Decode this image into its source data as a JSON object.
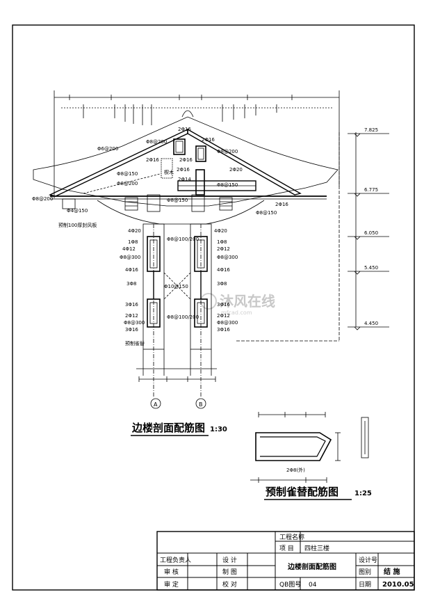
{
  "drawing": {
    "main_title": "边楼剖面配筋图",
    "main_scale": "1:30",
    "sub_title": "预制雀替配筋图",
    "sub_scale": "1:25",
    "axis_a": "A",
    "axis_b": "B",
    "watermark": "沐风在线",
    "watermark_url": "mfcad.com"
  },
  "elevations": [
    "7.825",
    "6.775",
    "6.050",
    "5.450",
    "4.450"
  ],
  "labels": {
    "roof_top_left": "Φ6@200",
    "roof_mid_left": "Φ8@150",
    "roof_low_left": "Φ8@200",
    "eave_left": "Φ8@200",
    "ridge_left_a": "2Φ16",
    "ridge_left_b": "Φ8@200",
    "ridge_right_a": "2Φ16",
    "ridge_right_b": "Φ8@200",
    "ridge_2016": "2Φ16",
    "purlin_a": "2Φ16",
    "purlin_b": "2Φ16",
    "purlin_c": "2Φ20",
    "purlin_label": "楔木",
    "beam_2014": "2Φ14",
    "beam_stirrup": "Φ8@150",
    "beam_stirrup_b": "Φ8@150",
    "right_2016": "2Φ16",
    "right_stirrup": "Φ8@150",
    "corbel_a": "Φ4@150",
    "precast_note": "预制100厚封风板",
    "col_top_a": "4Φ20",
    "col_top_b": "4Φ20",
    "col_stirrup_top": "Φ8@100/200",
    "l1_a": "1Φ8",
    "l1_b": "1Φ8",
    "l2_a": "4Φ12",
    "l2_b": "2Φ12",
    "l3_a": "Φ8@300",
    "l3_b": "Φ8@300",
    "l4_a": "4Φ16",
    "l4_b": "4Φ16",
    "l5_a": "3Φ8",
    "l5_b": "3Φ8",
    "center_stirrup": "Φ10@150",
    "l6_a": "3Φ16",
    "l6_b": "3Φ16",
    "l7_a": "2Φ12",
    "l7_b": "2Φ12",
    "col_stirrup_low": "Φ8@100/200",
    "l8_a": "Φ8@300",
    "l8_b": "Φ8@300",
    "l9_a": "3Φ16",
    "l9_b": "3Φ16",
    "base_note": "预制雀替",
    "detail_bar": "2Φ8(外)"
  },
  "title_block": {
    "project_name_label": "工程名称",
    "item_label": "项  目",
    "item_value": "四柱三楼",
    "lead_label": "工程负责人",
    "design_label": "设  计",
    "drawing_name": "边楼剖面配筋图",
    "design_no_label": "设计号",
    "review_label": "审  核",
    "draft_label": "制  图",
    "category_label": "图别",
    "category_value": "结  施",
    "approve_label": "审  定",
    "check_label": "校  对",
    "sheet_no_label": "QB图号",
    "sheet_no_value": "04",
    "date_label": "日期",
    "date_value": "2010.05"
  }
}
